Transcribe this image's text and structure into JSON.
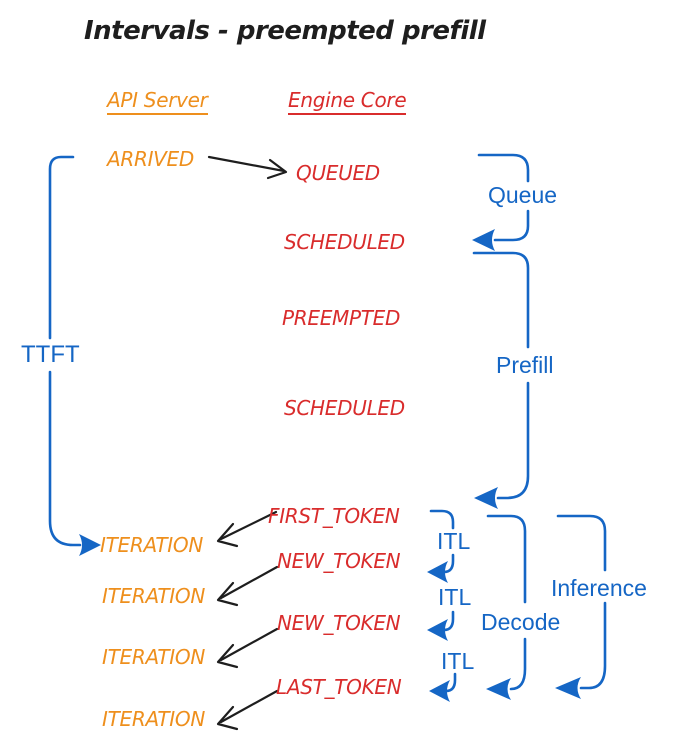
{
  "title": "Intervals - preempted prefill",
  "columns": {
    "api_server": "API Server",
    "engine_core": "Engine Core"
  },
  "api_events": {
    "arrived": "ARRIVED",
    "iteration1": "ITERATION",
    "iteration2": "ITERATION",
    "iteration3": "ITERATION",
    "iteration4": "ITERATION"
  },
  "engine_events": {
    "queued": "QUEUED",
    "scheduled1": "SCHEDULED",
    "preempted": "PREEMPTED",
    "scheduled2": "SCHEDULED",
    "first_token": "FIRST_TOKEN",
    "new_token1": "NEW_TOKEN",
    "new_token2": "NEW_TOKEN",
    "last_token": "LAST_TOKEN"
  },
  "intervals": {
    "ttft": "TTFT",
    "queue": "Queue",
    "prefill": "Prefill",
    "itl1": "ITL",
    "itl2": "ITL",
    "itl3": "ITL",
    "decode": "Decode",
    "inference": "Inference"
  },
  "colors": {
    "api_accent": "#ee8f1d",
    "engine_accent": "#d92c2c",
    "interval_accent": "#1566c5",
    "ink": "#1e1e1e",
    "background": "#ffffff"
  }
}
